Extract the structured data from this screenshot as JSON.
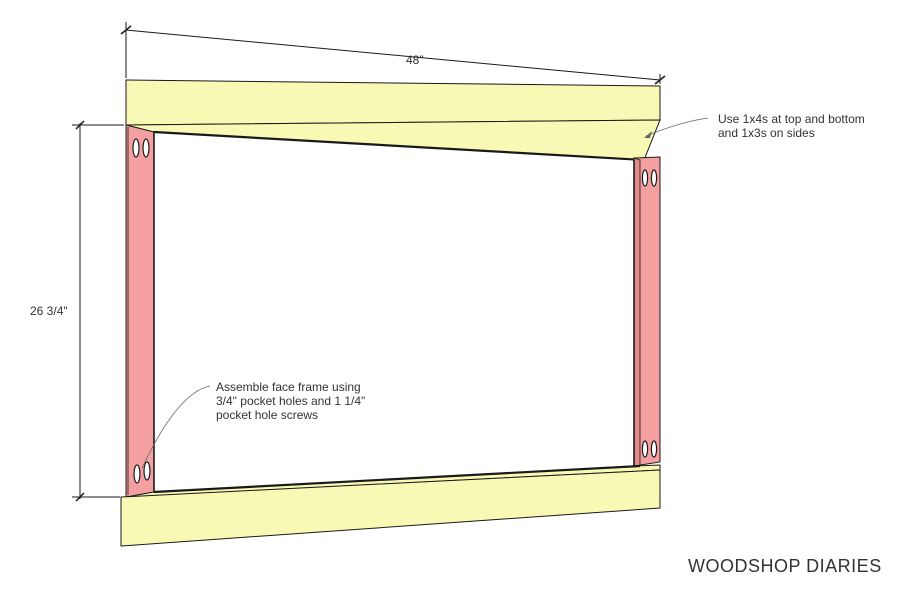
{
  "dimensions": {
    "width": "48\"",
    "height": "26 3/4\""
  },
  "notes": {
    "boards": [
      "Use 1x4s at top and bottom",
      "and 1x3s on sides"
    ],
    "assembly": [
      "Assemble face frame using",
      "3/4\" pocket holes and 1 1/4\"",
      "pocket hole screws"
    ]
  },
  "brand": "WOODSHOP DIARIES",
  "colors": {
    "rail": "#f7f9b4",
    "stile": "#f4a0a0",
    "outline": "#1a1a1a"
  }
}
